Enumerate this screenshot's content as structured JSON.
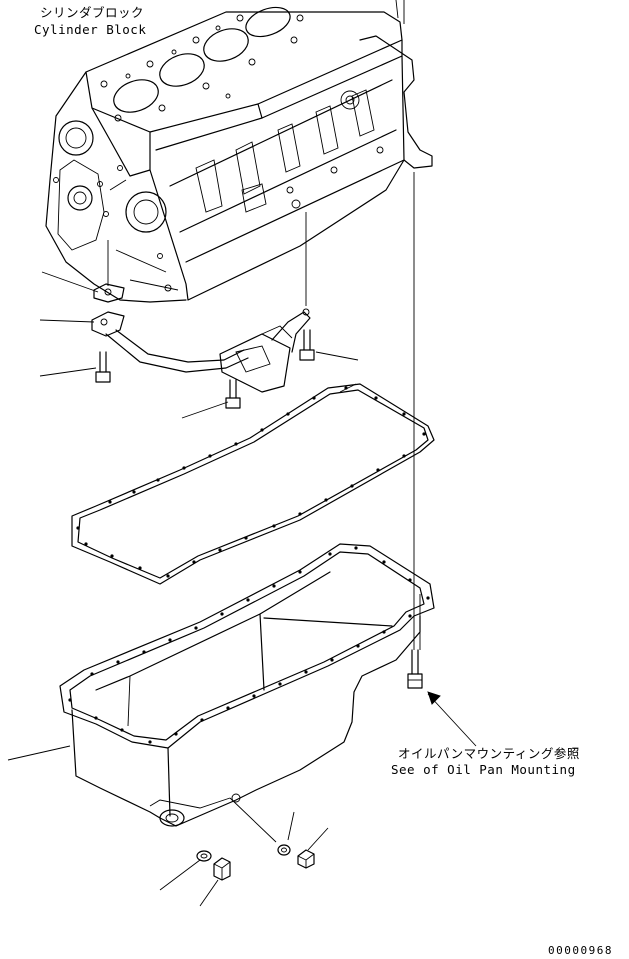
{
  "labels": {
    "cylinder_block_jp": "シリンダブロック",
    "cylinder_block_en": "Cylinder Block",
    "oil_pan_ref_jp": "オイルパンマウンティング参照",
    "oil_pan_ref_en": "See of Oil Pan Mounting",
    "drawing_code": "00000968"
  },
  "colors": {
    "line": "#000000",
    "background": "#ffffff"
  }
}
